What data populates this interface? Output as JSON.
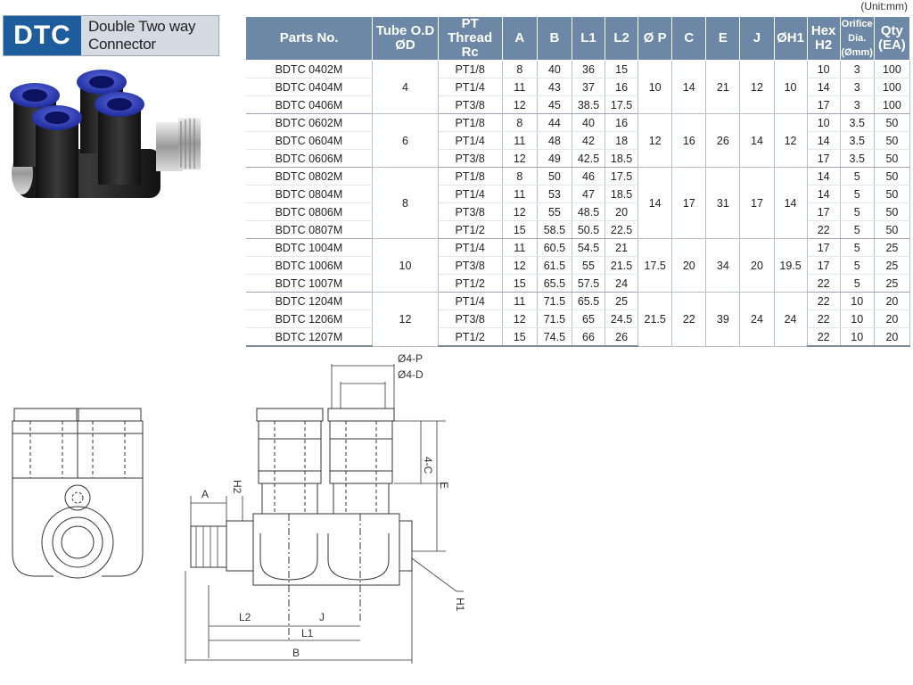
{
  "unit_note": "(Unit:mm)",
  "brand": {
    "code": "DTC",
    "name": "Double Two way Connector"
  },
  "table": {
    "headers": {
      "parts_no": "Parts No.",
      "tube_od": [
        "Tube O.D",
        "ØD"
      ],
      "pt_thread": [
        "PT Thread",
        "Rc"
      ],
      "a": "A",
      "b": "B",
      "l1": "L1",
      "l2": "L2",
      "p": "Ø P",
      "c": "C",
      "e": "E",
      "j": "J",
      "h1": "ØH1",
      "hex": [
        "Hex",
        "H2"
      ],
      "orifice": [
        "Orifice Dia.",
        "(Ømm)"
      ],
      "qty": [
        "Qty",
        "(EA)"
      ]
    },
    "groups": [
      {
        "tube_od": "4",
        "p": "10",
        "c": "14",
        "e": "21",
        "j": "12",
        "h1": "10",
        "rows": [
          {
            "part": "BDTC 0402M",
            "pt": "PT1/8",
            "a": "8",
            "b": "40",
            "l1": "36",
            "l2": "15",
            "hex": "10",
            "orifice": "3",
            "qty": "100"
          },
          {
            "part": "BDTC 0404M",
            "pt": "PT1/4",
            "a": "11",
            "b": "43",
            "l1": "37",
            "l2": "16",
            "hex": "14",
            "orifice": "3",
            "qty": "100"
          },
          {
            "part": "BDTC 0406M",
            "pt": "PT3/8",
            "a": "12",
            "b": "45",
            "l1": "38.5",
            "l2": "17.5",
            "hex": "17",
            "orifice": "3",
            "qty": "100"
          }
        ]
      },
      {
        "tube_od": "6",
        "p": "12",
        "c": "16",
        "e": "26",
        "j": "14",
        "h1": "12",
        "rows": [
          {
            "part": "BDTC 0602M",
            "pt": "PT1/8",
            "a": "8",
            "b": "44",
            "l1": "40",
            "l2": "16",
            "hex": "10",
            "orifice": "3.5",
            "qty": "50"
          },
          {
            "part": "BDTC 0604M",
            "pt": "PT1/4",
            "a": "11",
            "b": "48",
            "l1": "42",
            "l2": "18",
            "hex": "14",
            "orifice": "3.5",
            "qty": "50"
          },
          {
            "part": "BDTC 0606M",
            "pt": "PT3/8",
            "a": "12",
            "b": "49",
            "l1": "42.5",
            "l2": "18.5",
            "hex": "17",
            "orifice": "3.5",
            "qty": "50"
          }
        ]
      },
      {
        "tube_od": "8",
        "p": "14",
        "c": "17",
        "e": "31",
        "j": "17",
        "h1": "14",
        "rows": [
          {
            "part": "BDTC 0802M",
            "pt": "PT1/8",
            "a": "8",
            "b": "50",
            "l1": "46",
            "l2": "17.5",
            "hex": "14",
            "orifice": "5",
            "qty": "50"
          },
          {
            "part": "BDTC 0804M",
            "pt": "PT1/4",
            "a": "11",
            "b": "53",
            "l1": "47",
            "l2": "18.5",
            "hex": "14",
            "orifice": "5",
            "qty": "50"
          },
          {
            "part": "BDTC 0806M",
            "pt": "PT3/8",
            "a": "12",
            "b": "55",
            "l1": "48.5",
            "l2": "20",
            "hex": "17",
            "orifice": "5",
            "qty": "50"
          },
          {
            "part": "BDTC 0807M",
            "pt": "PT1/2",
            "a": "15",
            "b": "58.5",
            "l1": "50.5",
            "l2": "22.5",
            "hex": "22",
            "orifice": "5",
            "qty": "50"
          }
        ]
      },
      {
        "tube_od": "10",
        "p": "17.5",
        "c": "20",
        "e": "34",
        "j": "20",
        "h1": "19.5",
        "rows": [
          {
            "part": "BDTC 1004M",
            "pt": "PT1/4",
            "a": "11",
            "b": "60.5",
            "l1": "54.5",
            "l2": "21",
            "hex": "17",
            "orifice": "5",
            "qty": "25"
          },
          {
            "part": "BDTC 1006M",
            "pt": "PT3/8",
            "a": "12",
            "b": "61.5",
            "l1": "55",
            "l2": "21.5",
            "hex": "17",
            "orifice": "5",
            "qty": "25"
          },
          {
            "part": "BDTC 1007M",
            "pt": "PT1/2",
            "a": "15",
            "b": "65.5",
            "l1": "57.5",
            "l2": "24",
            "hex": "22",
            "orifice": "5",
            "qty": "25"
          }
        ]
      },
      {
        "tube_od": "12",
        "p": "21.5",
        "c": "22",
        "e": "39",
        "j": "24",
        "h1": "24",
        "rows": [
          {
            "part": "BDTC 1204M",
            "pt": "PT1/4",
            "a": "11",
            "b": "71.5",
            "l1": "65.5",
            "l2": "25",
            "hex": "22",
            "orifice": "10",
            "qty": "20"
          },
          {
            "part": "BDTC 1206M",
            "pt": "PT3/8",
            "a": "12",
            "b": "71.5",
            "l1": "65",
            "l2": "24.5",
            "hex": "22",
            "orifice": "10",
            "qty": "20"
          },
          {
            "part": "BDTC 1207M",
            "pt": "PT1/2",
            "a": "15",
            "b": "74.5",
            "l1": "66",
            "l2": "26",
            "hex": "22",
            "orifice": "10",
            "qty": "20"
          }
        ]
      }
    ]
  },
  "drawing": {
    "labels": {
      "p": "Ø4-P",
      "d": "Ø4-D",
      "c": "4-C",
      "e": "E",
      "a": "A",
      "h2": "H2",
      "h1": "H1",
      "l2": "L2",
      "j": "J",
      "l1": "L1",
      "b": "B"
    }
  },
  "colors": {
    "header": "#6d87a6",
    "brand": "#1e5d9d",
    "cap": "#2a3aa8"
  }
}
